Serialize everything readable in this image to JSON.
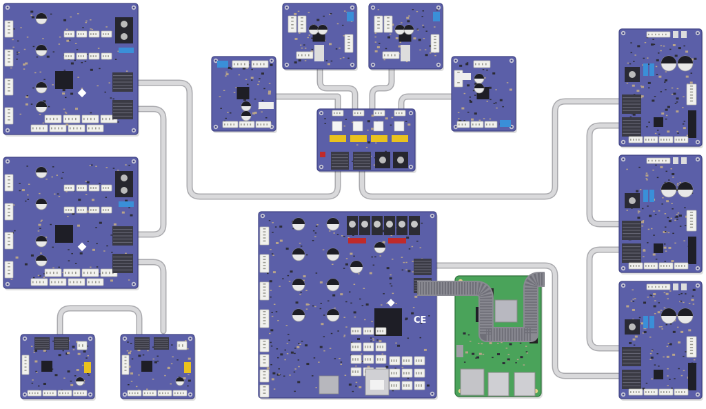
{
  "diagram": {
    "background": "#ffffff",
    "colors": {
      "board": "#5b5fa8",
      "board_edge": "#3f4283",
      "cable": "#d9d9db",
      "cable_edge": "#a9a9ad",
      "connector": "#f1f1ee",
      "heatsink": "#3a3a44",
      "chip": "#1e1e26",
      "capacitor": "#e8e8e8",
      "rpi_board": "#4aa35a",
      "ribbon": "#8a8a92",
      "accent_blue": "#3a8fd8",
      "accent_red": "#c02a2a",
      "accent_yellow": "#e9c21e"
    },
    "boards": [
      {
        "id": "left-top",
        "kind": "expansion-board"
      },
      {
        "id": "left-middle",
        "kind": "expansion-board"
      },
      {
        "id": "bottom-left-a",
        "kind": "small-driver-board"
      },
      {
        "id": "bottom-left-b",
        "kind": "small-driver-board"
      },
      {
        "id": "tool-1",
        "kind": "toolboard"
      },
      {
        "id": "tool-2",
        "kind": "toolboard"
      },
      {
        "id": "tool-3",
        "kind": "toolboard"
      },
      {
        "id": "tool-4",
        "kind": "toolboard"
      },
      {
        "id": "distribution",
        "kind": "distribution-board"
      },
      {
        "id": "main",
        "kind": "main-controller",
        "marking": "CE"
      },
      {
        "id": "sbc",
        "kind": "single-board-computer"
      },
      {
        "id": "right-top",
        "kind": "expansion-board"
      },
      {
        "id": "right-middle",
        "kind": "expansion-board"
      },
      {
        "id": "right-bottom",
        "kind": "expansion-board"
      }
    ],
    "connections": [
      {
        "from": "left-top",
        "to": "distribution"
      },
      {
        "from": "left-top",
        "to": "left-middle"
      },
      {
        "from": "left-middle",
        "to": "bottom-left-b"
      },
      {
        "from": "bottom-left-a",
        "to": "bottom-left-b"
      },
      {
        "from": "tool-1",
        "to": "distribution"
      },
      {
        "from": "tool-2",
        "to": "distribution"
      },
      {
        "from": "tool-3",
        "to": "distribution"
      },
      {
        "from": "tool-4",
        "to": "distribution"
      },
      {
        "from": "distribution",
        "to": "right-top"
      },
      {
        "from": "right-top",
        "to": "right-middle"
      },
      {
        "from": "right-middle",
        "to": "right-bottom"
      },
      {
        "from": "main",
        "to": "right-bottom"
      },
      {
        "from": "main",
        "to": "sbc"
      }
    ]
  }
}
